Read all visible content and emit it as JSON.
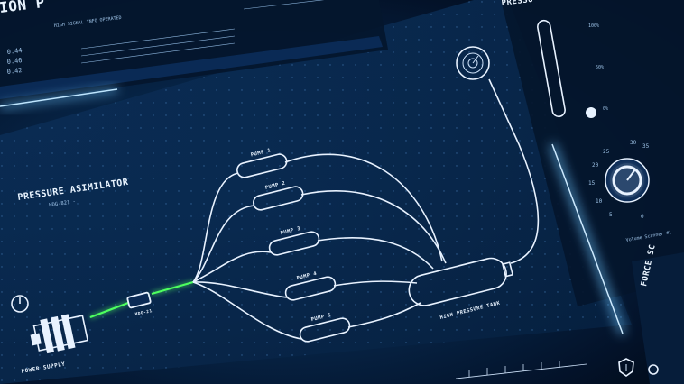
{
  "header": {
    "title_fragment": "ION P",
    "small_caption": "HIGH SIGNAL INFO OPERATED",
    "readouts": [
      "0.44",
      "0.46",
      "0.42"
    ]
  },
  "right_panel": {
    "title_fragment": "PRESSU",
    "gauge_ticks": [
      "100%",
      "50%",
      "0%"
    ],
    "dial_numbers": [
      "30",
      "35",
      "25",
      "20",
      "15",
      "10",
      "5",
      "0"
    ],
    "dial_caption": "Volume Scanner #1",
    "force_title_fragment": "FORCE SC"
  },
  "diagram": {
    "title": "PRESSURE ASIMILATOR",
    "subtitle": "- HDG-821 -",
    "power_label": "POWER SUPPLY",
    "valve_label": "HDG-21",
    "tank_label": "HIGH PRESSURE TANK",
    "pumps": [
      {
        "label": "PUMP 1"
      },
      {
        "label": "PUMP 2"
      },
      {
        "label": "PUMP 3"
      },
      {
        "label": "PUMP 4"
      },
      {
        "label": "PUMP 5"
      }
    ]
  },
  "colors": {
    "accent_glow": "#6ec6ff",
    "flow_active": "#4dff5e",
    "line": "#e8f2ff"
  },
  "icons": [
    "power-icon",
    "shield-icon",
    "pressure-gauge-icon",
    "dial-knob-icon"
  ]
}
